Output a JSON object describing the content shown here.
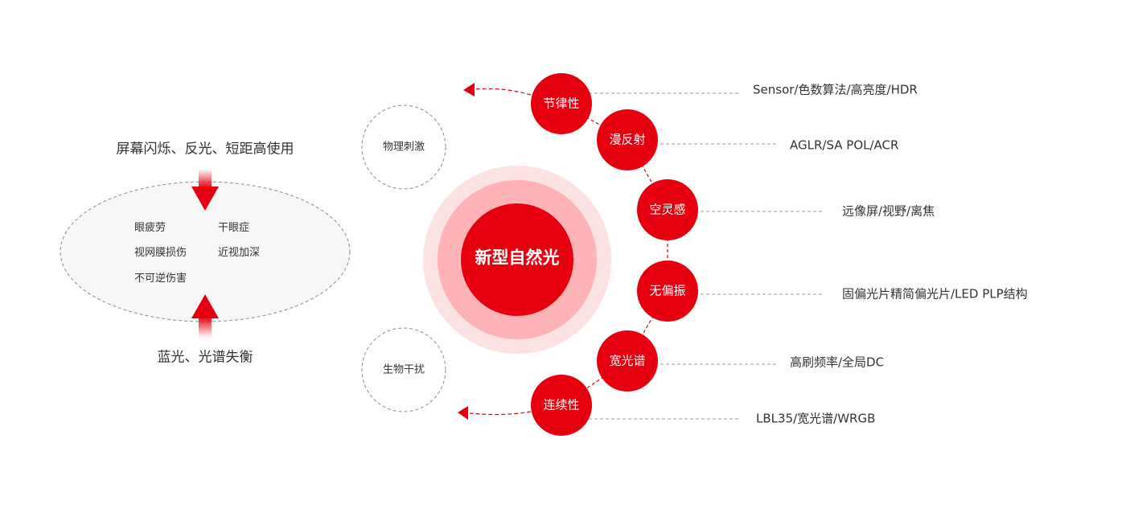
{
  "colors": {
    "accent": "#e6000f",
    "ring_outer": "#fde2e4",
    "ring_inner": "#ffb3b7",
    "dashed_line": "#9a9a9a",
    "arrow_dash": "#e6000f",
    "ellipse_fill": "#f7f7f7"
  },
  "left": {
    "top_cause": "屏幕闪烁、反光、短距高使用",
    "bottom_cause": "蓝光、光谱失衡",
    "symptoms": [
      "眼疲劳",
      "干眼症",
      "视网膜损伤",
      "近视加深",
      "不可逆伤害"
    ]
  },
  "stimuli": {
    "physical": "物理刺激",
    "biological": "生物干扰"
  },
  "core": {
    "label": "新型自然光"
  },
  "features": [
    {
      "name": "节律性",
      "tech": "Sensor/色数算法/高亮度/HDR"
    },
    {
      "name": "漫反射",
      "tech": "AGLR/SA POL/ACR"
    },
    {
      "name": "空灵感",
      "tech": "远像屏/视野/离焦"
    },
    {
      "name": "无偏振",
      "tech": "固偏光片精简偏光片/LED PLP结构"
    },
    {
      "name": "宽光谱",
      "tech": "高刷频率/全局DC"
    },
    {
      "name": "连续性",
      "tech": "LBL35/宽光谱/WRGB"
    }
  ]
}
